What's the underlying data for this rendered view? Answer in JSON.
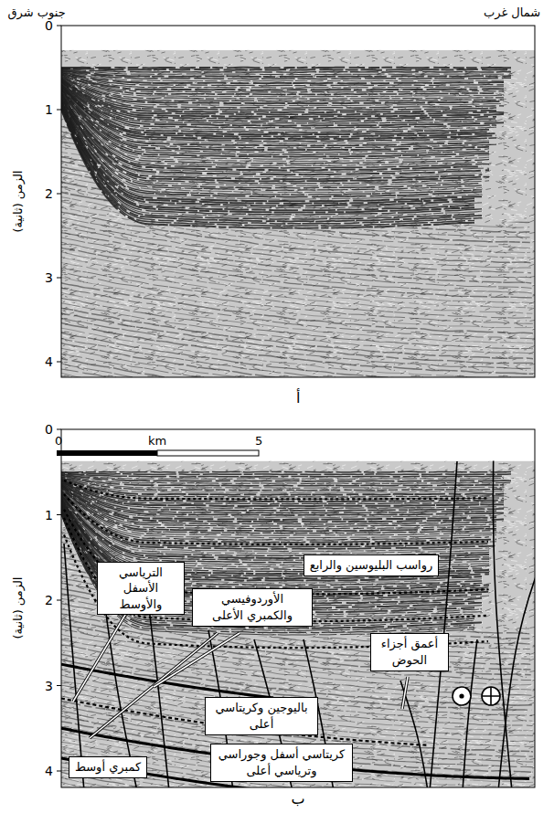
{
  "diagram": {
    "nodes": [
      {
        "text": [
          "رواسب البليوسين والرابع"
        ]
      },
      {
        "text": [
          "الترياسي الأسفل والأوسط"
        ]
      },
      {
        "text": [
          "الأوردوفيسي والكمبري الأعلى"
        ]
      },
      {
        "text": [
          "أعمق أجزاء الحوض"
        ]
      },
      {
        "text": [
          "باليوجين وكريتاسي أعلى"
        ]
      },
      {
        "text": [
          "كريتاسي أسفل وجوراسي وترياسي أعلى"
        ]
      },
      {
        "text": [
          "كمبري أوسط"
        ]
      }
    ],
    "labels": [
      "شمال غرب",
      "جنوب شرق",
      "الزمن (ثانية)",
      "0",
      "1",
      "2",
      "3",
      "4",
      "أ",
      "الزمن (ثانية)",
      "0",
      "1",
      "2",
      "3",
      "4",
      "0",
      "km",
      "5",
      "ب"
    ]
  }
}
